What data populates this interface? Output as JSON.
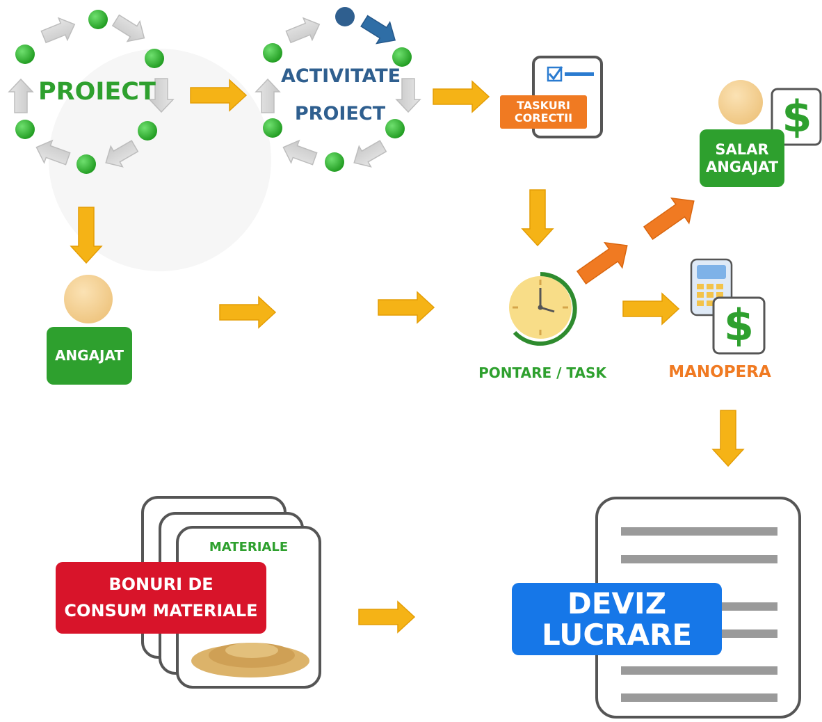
{
  "cycle_1": {
    "label": "PROIECT"
  },
  "cycle_2": {
    "line1": "ACTIVITATE",
    "line2": "PROIECT"
  },
  "taskuri": {
    "line1": "TASKURI",
    "line2": "CORECTII"
  },
  "salar": {
    "line1": "SALAR",
    "line2": "ANGAJAT",
    "currency_symbol": "$"
  },
  "angajat": {
    "label": "ANGAJAT"
  },
  "pontare": {
    "label": "PONTARE / TASK"
  },
  "manopera": {
    "label": "MANOPERA",
    "currency_symbol": "$"
  },
  "materiale": {
    "card_label": "MATERIALE",
    "line1": "BONURI DE",
    "line2": "CONSUM MATERIALE"
  },
  "deviz": {
    "line1": "DEVIZ",
    "line2": "LUCRARE"
  },
  "colors": {
    "green": "#2ea02e",
    "green_dot": "#2db52d",
    "yellow_arrow": "#f5b316",
    "orange": "#f07a22",
    "blue_text": "#2f5f8f",
    "red": "#d8142a",
    "blue_box": "#1677e8",
    "gray_arrow": "#d4d4d4",
    "person_head": "#f3cf90"
  }
}
